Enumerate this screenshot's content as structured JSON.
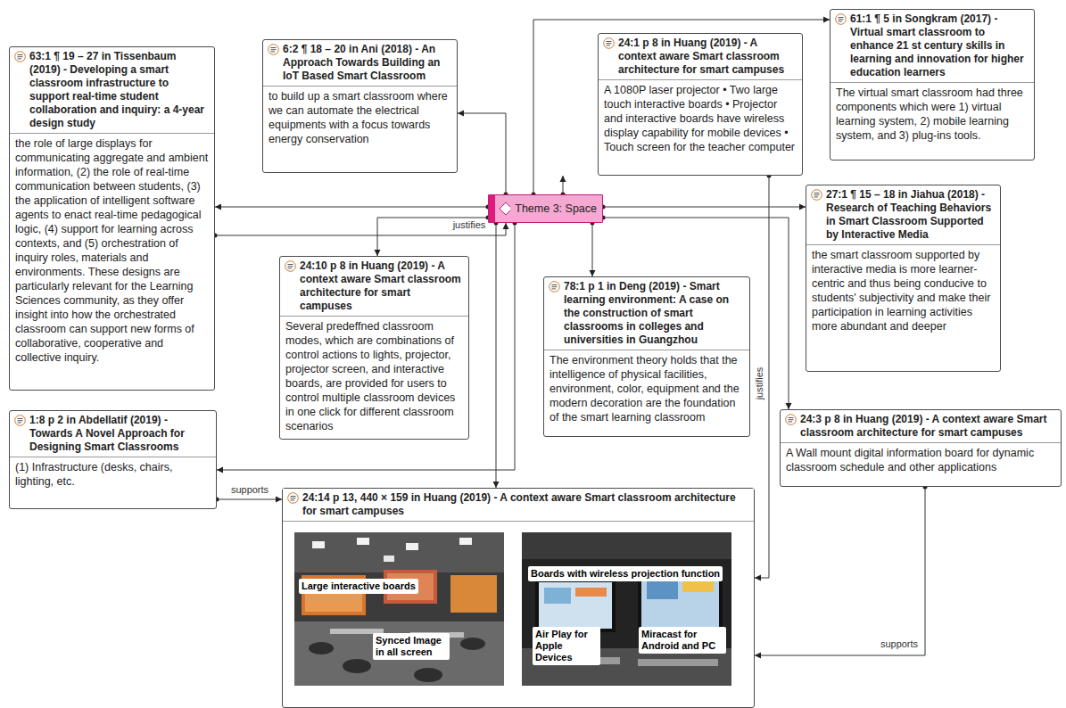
{
  "diagram": {
    "nodes": [
      {
        "text": [
          "63:1 ¶ 19 – 27 in Tissenbaum (2019) - Developing a smart classroom infrastructure to support real-time student collaboration and inquiry: a 4-year design study",
          "the role of large displays for communicating aggregate and ambient information, (2) the role of real-time communication between students, (3) the application of intelligent software agents to enact real-time pedagogical logic, (4) support for learning across contexts, and (5) orchestration of inquiry roles, materials and environments. These designs are particularly relevant for the Learning Sciences community, as they offer insight into how the orchestrated classroom can support new forms of collaborative, cooperative and collective inquiry."
        ]
      },
      {
        "text": [
          "6:2 ¶ 18 – 20 in Ani (2018) - An Approach Towards Building an IoT Based Smart Classroom",
          "to build up a smart classroom where we can automate the electrical equipments with a focus towards energy conservation"
        ]
      },
      {
        "text": [
          "24:1 p 8 in Huang (2019) - A context aware Smart classroom architecture for smart campuses",
          "A 1080P laser projector • Two large touch interactive boards • Projector and interactive boards have wireless display capability for mobile devices • Touch screen for the teacher computer"
        ]
      },
      {
        "text": [
          "61:1 ¶ 5 in Songkram (2017) - Virtual smart classroom to enhance 21 st century skills in learning and innovation for higher education learners",
          "The virtual smart classroom had three components which were 1) virtual learning system, 2) mobile learning system, and 3) plug-ins tools."
        ]
      },
      {
        "text": [
          "Theme 3: Space"
        ]
      },
      {
        "text": [
          "27:1 ¶ 15 – 18 in Jiahua (2018) - Research of Teaching Behaviors in Smart Classroom Supported by Interactive Media",
          "the smart classroom supported by interactive media is more learner-centric and thus being conducive to students' subjectivity and make their participation in learning activities more abundant and deeper"
        ]
      },
      {
        "text": [
          "24:10 p 8 in Huang (2019) - A context aware Smart classroom architecture for smart campuses",
          "Several predeffned classroom modes, which are combinations of control actions to lights, projector, projector screen, and interactive boards, are provided for users to control multiple classroom devices in one click for different classroom scenarios"
        ]
      },
      {
        "text": [
          "78:1 p 1 in Deng (2019) - Smart learning environment: A case on the construction of smart classrooms in colleges and universities in Guangzhou",
          "The environment theory holds that the intelligence of physical facilities, environment, color, equipment and the modern decoration are the foundation of the smart learning classroom"
        ]
      },
      {
        "text": [
          "1:8 p 2 in Abdellatif (2019) - Towards A Novel Approach for Designing Smart Classrooms",
          "(1) Infrastructure (desks, chairs, lighting, etc."
        ]
      },
      {
        "text": [
          "24:3 p 8 in Huang (2019) - A context aware Smart classroom architecture for smart campuses",
          "A Wall mount digital information board for dynamic classroom schedule and other applications"
        ]
      },
      {
        "text": [
          "24:14 p 13, 440 × 159 in Huang (2019) - A context aware Smart classroom architecture for smart campuses"
        ]
      }
    ],
    "edges": [
      {
        "from": 4,
        "to": 0,
        "arrow": "to"
      },
      {
        "from": 0,
        "to": 4,
        "arrow": "to",
        "label": "justifies"
      },
      {
        "from": 4,
        "to": 1,
        "arrow": "to"
      },
      {
        "from": 4,
        "to": 2,
        "arrow": "to"
      },
      {
        "from": 4,
        "to": 3,
        "arrow": "to"
      },
      {
        "from": 4,
        "to": 5,
        "arrow": "to"
      },
      {
        "from": 4,
        "to": 6,
        "arrow": "to"
      },
      {
        "from": 4,
        "to": 7,
        "arrow": "to"
      },
      {
        "from": 4,
        "to": 8,
        "arrow": "to"
      },
      {
        "from": 4,
        "to": 9,
        "arrow": "to"
      },
      {
        "from": 4,
        "to": 10,
        "arrow": "to"
      },
      {
        "from": 2,
        "to": 10,
        "arrow": "to",
        "label": "justifies"
      },
      {
        "from": 8,
        "to": 10,
        "arrow": "to",
        "label": "supports"
      },
      {
        "from": 9,
        "to": 10,
        "arrow": "to",
        "label": "supports"
      }
    ],
    "labels": [
      "Large interactive boards",
      "Synced Image in all screen",
      "Boards with wireless projection function",
      "Air Play for Apple Devices",
      "Miracast for Android and PC"
    ]
  }
}
